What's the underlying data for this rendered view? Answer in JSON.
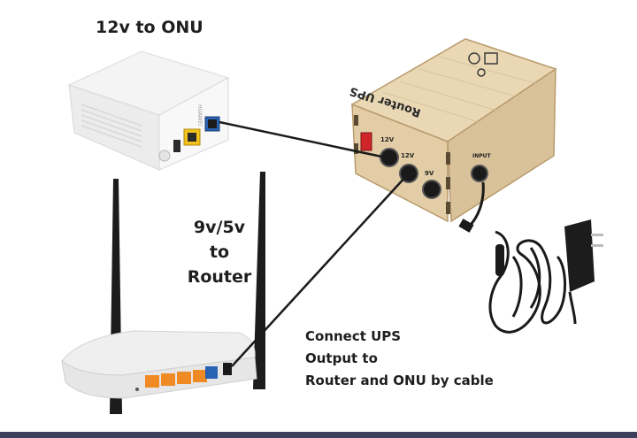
{
  "labels": {
    "onu_power": "12v to ONU",
    "router_power_lines": [
      "9v/5v",
      "to",
      "Router"
    ],
    "instruction_lines": [
      "Connect UPS",
      "Output to",
      "Router and ONU by cable"
    ]
  },
  "ups_box": {
    "name": "Router UPS",
    "ports": [
      "12V",
      "12V",
      "9V"
    ],
    "input_label": "INPUT"
  },
  "onu": {
    "brand": "HUAWEI"
  },
  "colors": {
    "wood": "#ead8b5",
    "wood_dark": "#cdb48a",
    "cable": "#1a1a1a",
    "lan_orange": "#f08a24",
    "wan_blue": "#2a62b3",
    "onu_yellow": "#f2c21a",
    "bottom_bar": "#3b3f5c"
  }
}
